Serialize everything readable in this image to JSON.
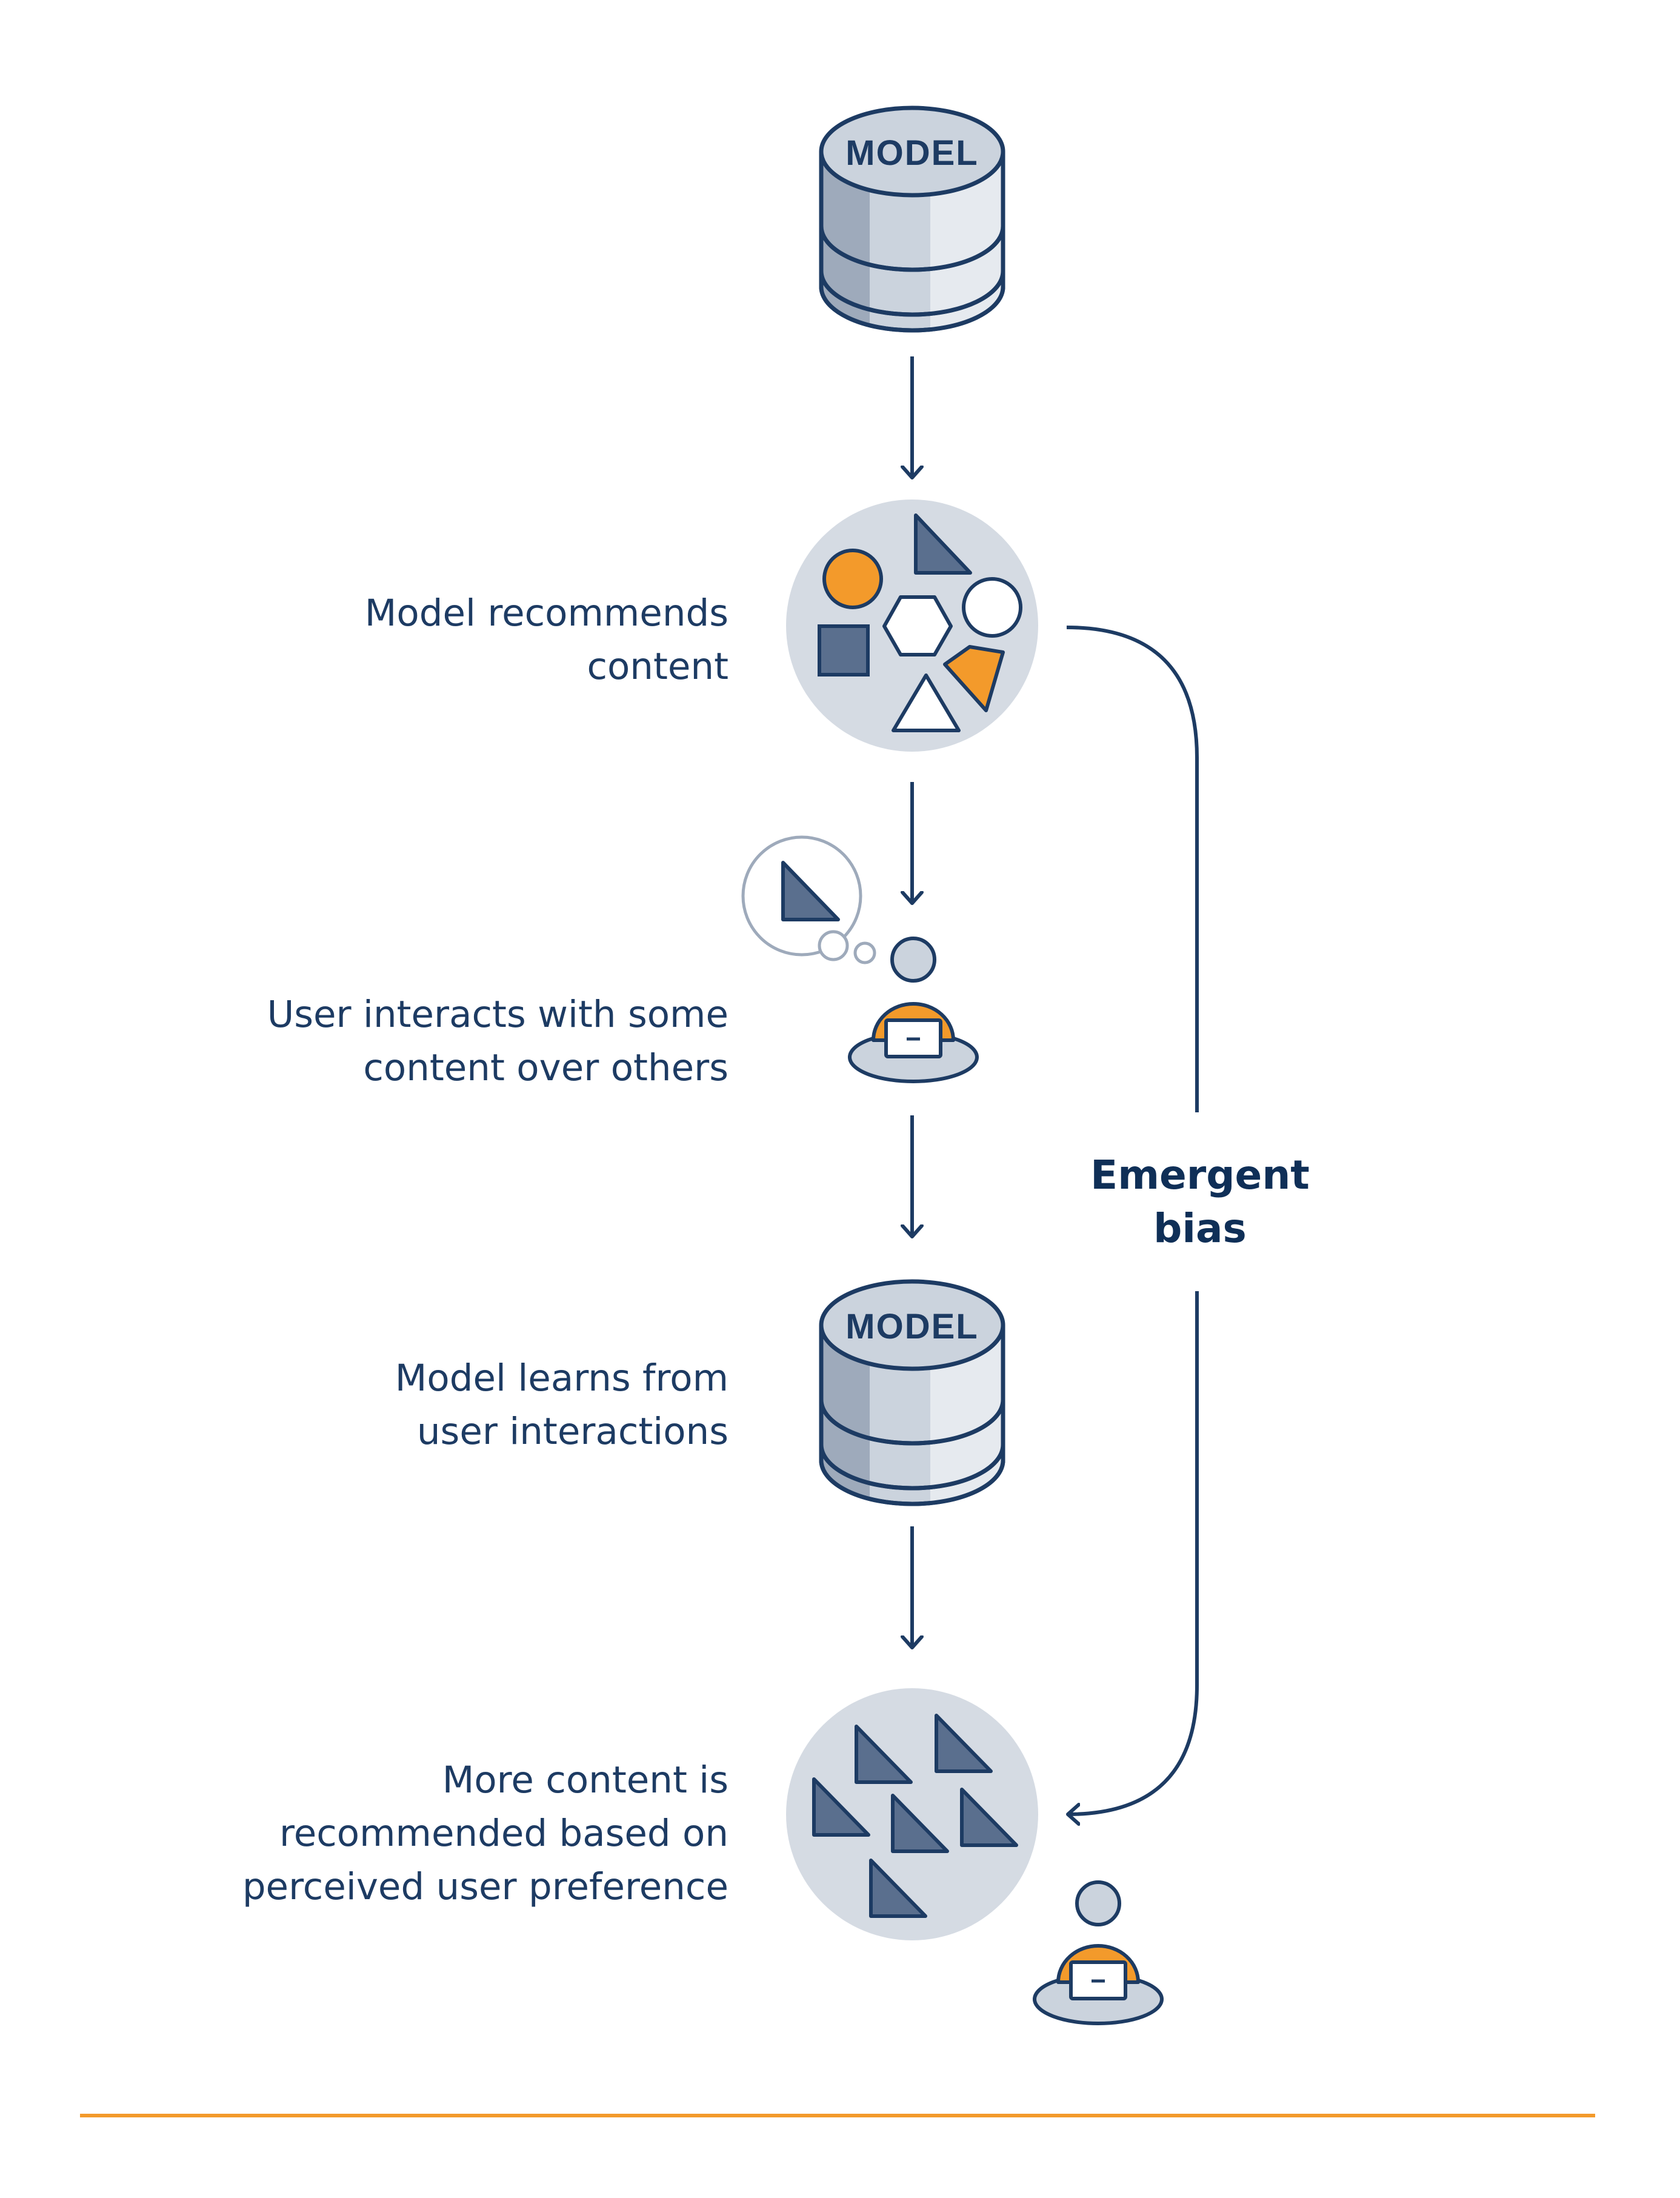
{
  "colors": {
    "navy": "#1d3b63",
    "orange": "#f39a2b",
    "circle_fill": "#d5dbe3",
    "cylinder_light": "#cbd3dd",
    "cylinder_dark": "#9eaabb",
    "cylinder_highlight": "#e6eaef",
    "triangle_fill": "#5a6f8e",
    "divider": "#f39a2b"
  },
  "icons": {
    "model_database": "database-cylinder-icon",
    "content_mix": "mixed-shapes-icon",
    "user": "user-at-laptop-icon",
    "thought": "thought-bubble-icon",
    "biased_content": "repeated-triangles-icon"
  },
  "nodes": {
    "model_top": {
      "text": "MODEL"
    },
    "model_bottom": {
      "text": "MODEL"
    }
  },
  "steps": [
    {
      "lines": [
        "Model recommends",
        "content"
      ]
    },
    {
      "lines": [
        "User interacts with some",
        "content over others"
      ]
    },
    {
      "lines": [
        "Model learns from",
        "user interactions"
      ]
    },
    {
      "lines": [
        "More content is",
        "recommended based on",
        "perceived user preference"
      ]
    }
  ],
  "feedback_loop": {
    "lines": [
      "Emergent",
      "bias"
    ]
  }
}
